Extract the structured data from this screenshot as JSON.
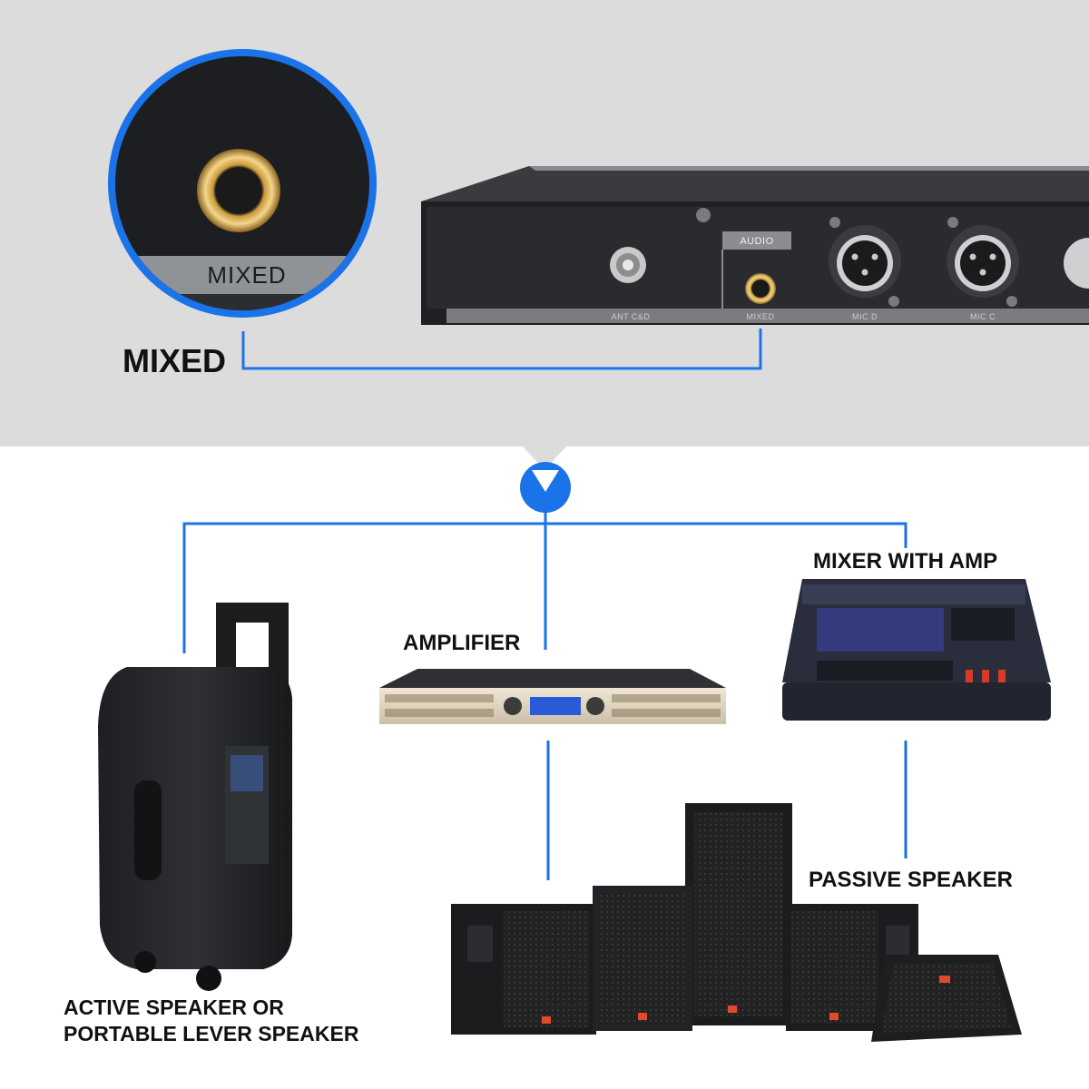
{
  "colors": {
    "accent": "#1a73e8",
    "top_background": "#dcdcdc",
    "device_dark": "#222428"
  },
  "zoom": {
    "label": "MIXED"
  },
  "callout": {
    "label": "MIXED"
  },
  "rack_panel": {
    "audio_label": "AUDIO",
    "port_labels": [
      "ANT C&D",
      "MIXED",
      "MIC D",
      "MIC C"
    ]
  },
  "amplifier": {
    "label": "AMPLIFIER"
  },
  "mixer": {
    "label": "MIXER WITH AMP"
  },
  "passive_speaker": {
    "label": "PASSIVE SPEAKER"
  },
  "active_speaker": {
    "label_line1": "ACTIVE SPEAKER OR",
    "label_line2": "PORTABLE LEVER SPEAKER"
  }
}
